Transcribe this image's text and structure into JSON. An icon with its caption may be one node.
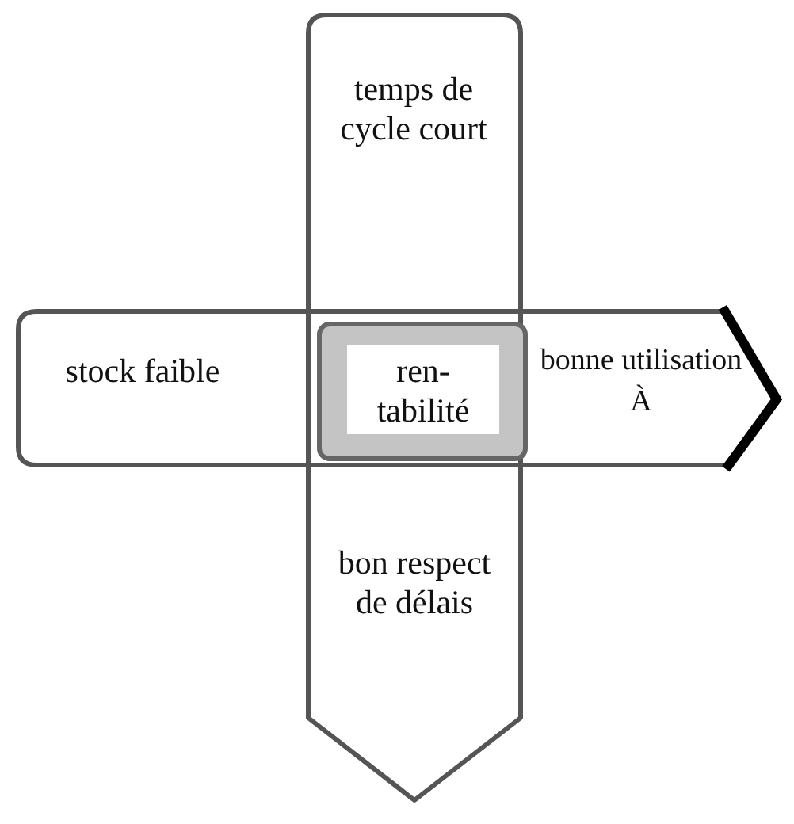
{
  "diagram": {
    "nodes": [
      {
        "text": [
          "temps de cycle court",
          "bon respect de délais"
        ]
      },
      {
        "text": [
          "stock faible",
          "bonne utilisation À"
        ]
      },
      {
        "text": [
          "ren- tabilité"
        ]
      }
    ]
  }
}
